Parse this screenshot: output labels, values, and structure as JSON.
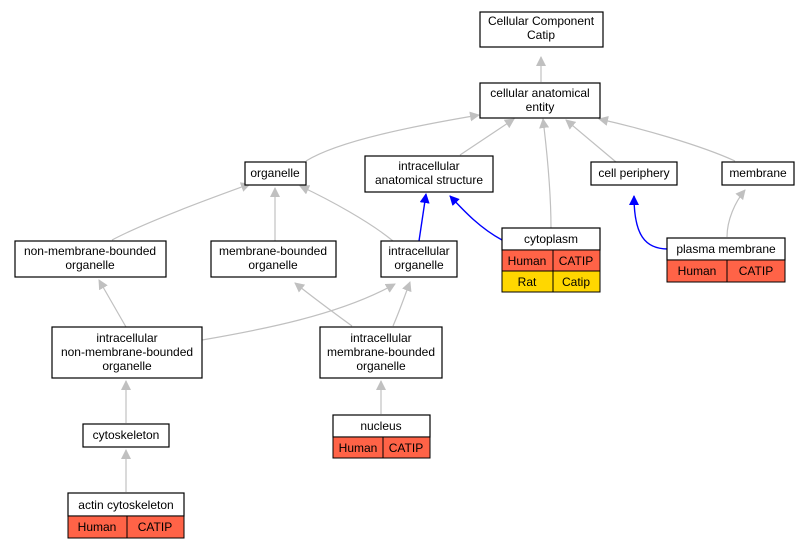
{
  "colors": {
    "edge_default": "#c0c0c0",
    "edge_highlight": "#0000ff",
    "species_human": "#ff6347",
    "species_rat": "#ffd700",
    "node_border": "#000000",
    "node_fill": "#ffffff"
  },
  "nodes": {
    "root": [
      "Cellular Component",
      "Catip"
    ],
    "cae": [
      "cellular anatomical",
      "entity"
    ],
    "organelle": [
      "organelle"
    ],
    "ias": [
      "intracellular",
      "anatomical structure"
    ],
    "cell_periphery": [
      "cell periphery"
    ],
    "membrane": [
      "membrane"
    ],
    "nmbo": [
      "non-membrane-bounded",
      "organelle"
    ],
    "mbo": [
      "membrane-bounded",
      "organelle"
    ],
    "io": [
      "intracellular",
      "organelle"
    ],
    "cytoplasm": [
      "cytoplasm"
    ],
    "plasma_membrane": [
      "plasma membrane"
    ],
    "inmbo": [
      "intracellular",
      "non-membrane-bounded",
      "organelle"
    ],
    "imbo": [
      "intracellular",
      "membrane-bounded",
      "organelle"
    ],
    "nucleus": [
      "nucleus"
    ],
    "cytoskeleton": [
      "cytoskeleton"
    ],
    "actin_cytoskeleton": [
      "actin cytoskeleton"
    ]
  },
  "orthologs": {
    "cytoplasm": [
      {
        "species": "Human",
        "gene": "CATIP"
      },
      {
        "species": "Rat",
        "gene": "Catip"
      }
    ],
    "plasma_membrane": [
      {
        "species": "Human",
        "gene": "CATIP"
      }
    ],
    "nucleus": [
      {
        "species": "Human",
        "gene": "CATIP"
      }
    ],
    "actin_cytoskeleton": [
      {
        "species": "Human",
        "gene": "CATIP"
      }
    ]
  }
}
